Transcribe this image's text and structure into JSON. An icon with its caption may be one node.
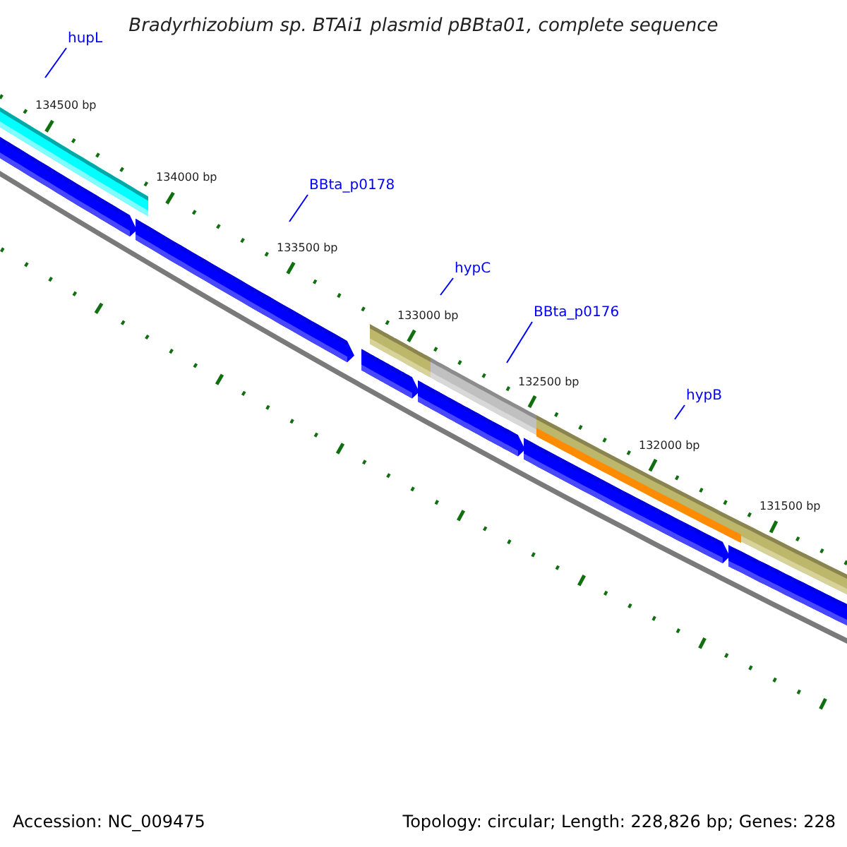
{
  "diagram": {
    "title": "Bradyrhizobium sp. BTAi1 plasmid pBBta01, complete sequence",
    "nodes": [
      {
        "text": [
          "hupL"
        ]
      },
      {
        "text": [
          "BBta_p0178"
        ]
      },
      {
        "text": [
          "hypC"
        ]
      },
      {
        "text": [
          "BBta_p0176"
        ]
      },
      {
        "text": [
          "hypB"
        ]
      }
    ],
    "edges": [
      {
        "from": 0,
        "to": null,
        "arrow": "none"
      },
      {
        "from": 1,
        "to": null,
        "arrow": "none"
      },
      {
        "from": 2,
        "to": null,
        "arrow": "none"
      },
      {
        "from": 3,
        "to": null,
        "arrow": "none"
      },
      {
        "from": 4,
        "to": null,
        "arrow": "none"
      }
    ],
    "labels": [
      "134500 bp",
      "134000 bp",
      "133500 bp",
      "133000 bp",
      "132500 bp",
      "132000 bp",
      "131500 bp",
      "Accession: NC_009475",
      "Topology: circular; Length: 228,826 bp; Genes: 228"
    ]
  }
}
